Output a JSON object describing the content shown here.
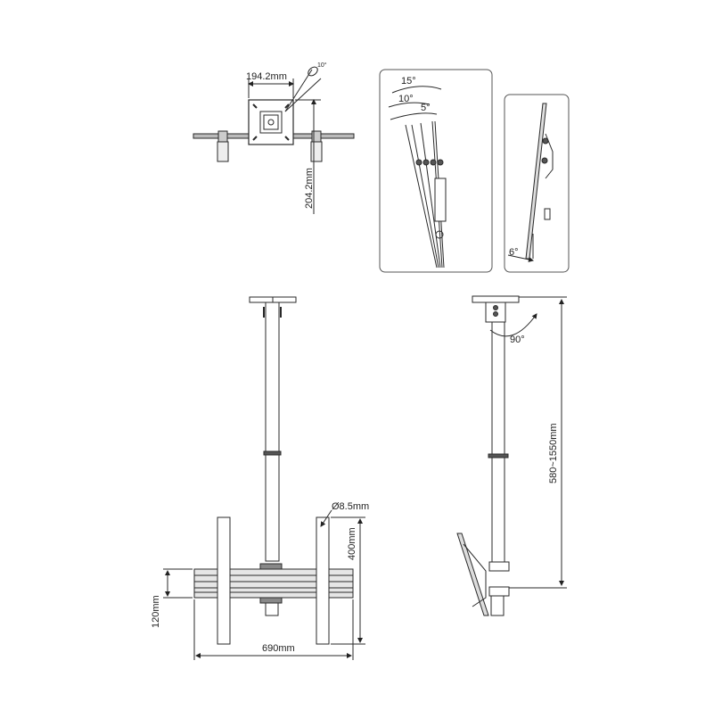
{
  "figure": {
    "title": "",
    "views": {
      "top_view": {
        "width_label": "194.2mm",
        "depth_label": "204.2mm",
        "rotation_label": "10°"
      },
      "tilt_detail": {
        "angles": [
          "15°",
          "10°",
          "5°"
        ]
      },
      "side_tilt_detail": {
        "angle": "6°"
      },
      "front_view": {
        "hole_label": "Ø8.5mm",
        "bracket_height_label": "400mm",
        "rail_height_label": "120mm",
        "total_width_label": "690mm"
      },
      "side_view": {
        "swivel_label": "90°",
        "height_range_label": "580~1550mm"
      }
    }
  },
  "colors": {
    "line": "#2a2a2a",
    "fill_dark": "#555555",
    "fill_light": "#dddddd"
  }
}
